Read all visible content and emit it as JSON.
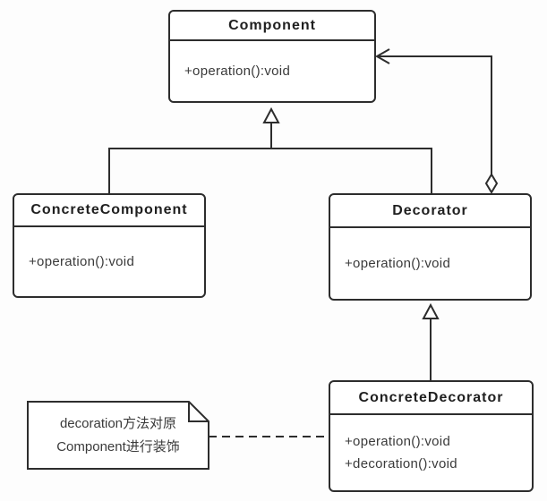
{
  "classes": {
    "component": {
      "name": "Component",
      "methods": [
        "+operation():void"
      ]
    },
    "concrete_component": {
      "name": "ConcreteComponent",
      "methods": [
        "+operation():void"
      ]
    },
    "decorator": {
      "name": "Decorator",
      "methods": [
        "+operation():void"
      ]
    },
    "concrete_decorator": {
      "name": "ConcreteDecorator",
      "methods": [
        "+operation():void",
        "+decoration():void"
      ]
    }
  },
  "note": {
    "lines": [
      "decoration方法对原",
      "Component进行装饰"
    ]
  },
  "relationships": [
    {
      "type": "generalization",
      "from": "ConcreteComponent",
      "to": "Component"
    },
    {
      "type": "generalization",
      "from": "Decorator",
      "to": "Component"
    },
    {
      "type": "generalization",
      "from": "ConcreteDecorator",
      "to": "Decorator"
    },
    {
      "type": "aggregation",
      "from": "Decorator",
      "to": "Component"
    },
    {
      "type": "note-anchor",
      "from": "note",
      "to": "ConcreteDecorator"
    }
  ],
  "colors": {
    "line": "#2d2d2d",
    "title_text": "#1f1f1f",
    "method_text": "#3a3a3a",
    "box_fill": "#ffffff",
    "background": "#fdfdfd"
  }
}
